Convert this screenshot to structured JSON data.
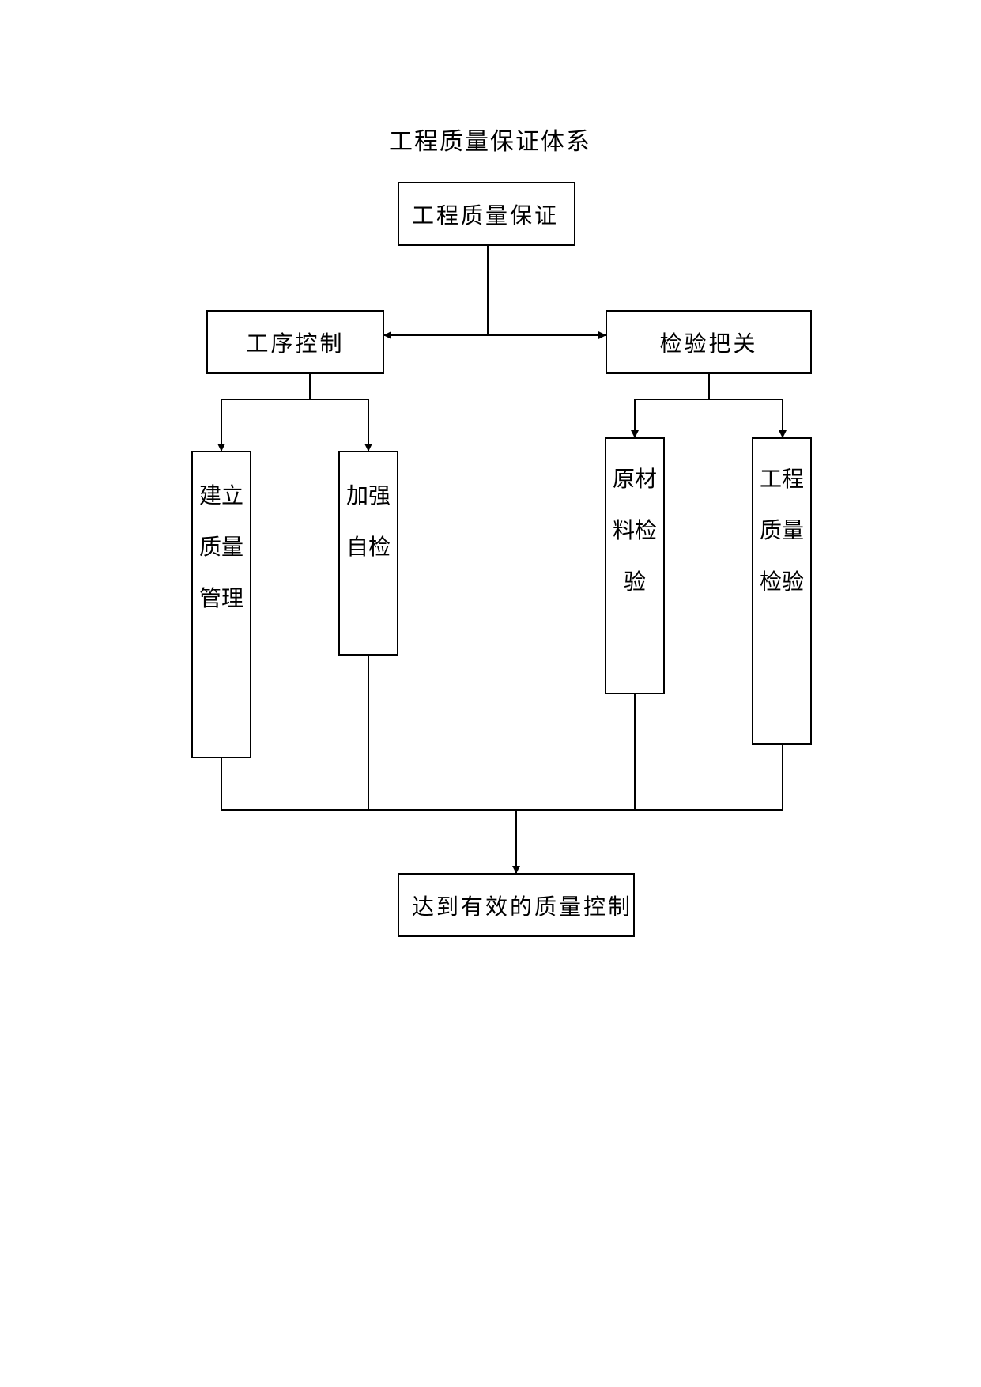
{
  "title": "工程质量保证体系",
  "nodes": {
    "root": "工程质量保证",
    "process_control": "工序控制",
    "inspection": "检验把关",
    "quality_mgmt": "建立质量管理",
    "self_check": "加强自检",
    "material_check": "原材料检验",
    "quality_check": "工程质量检验",
    "result": "达到有效的质量控制"
  },
  "colors": {
    "line": "#000000",
    "background": "#ffffff"
  }
}
